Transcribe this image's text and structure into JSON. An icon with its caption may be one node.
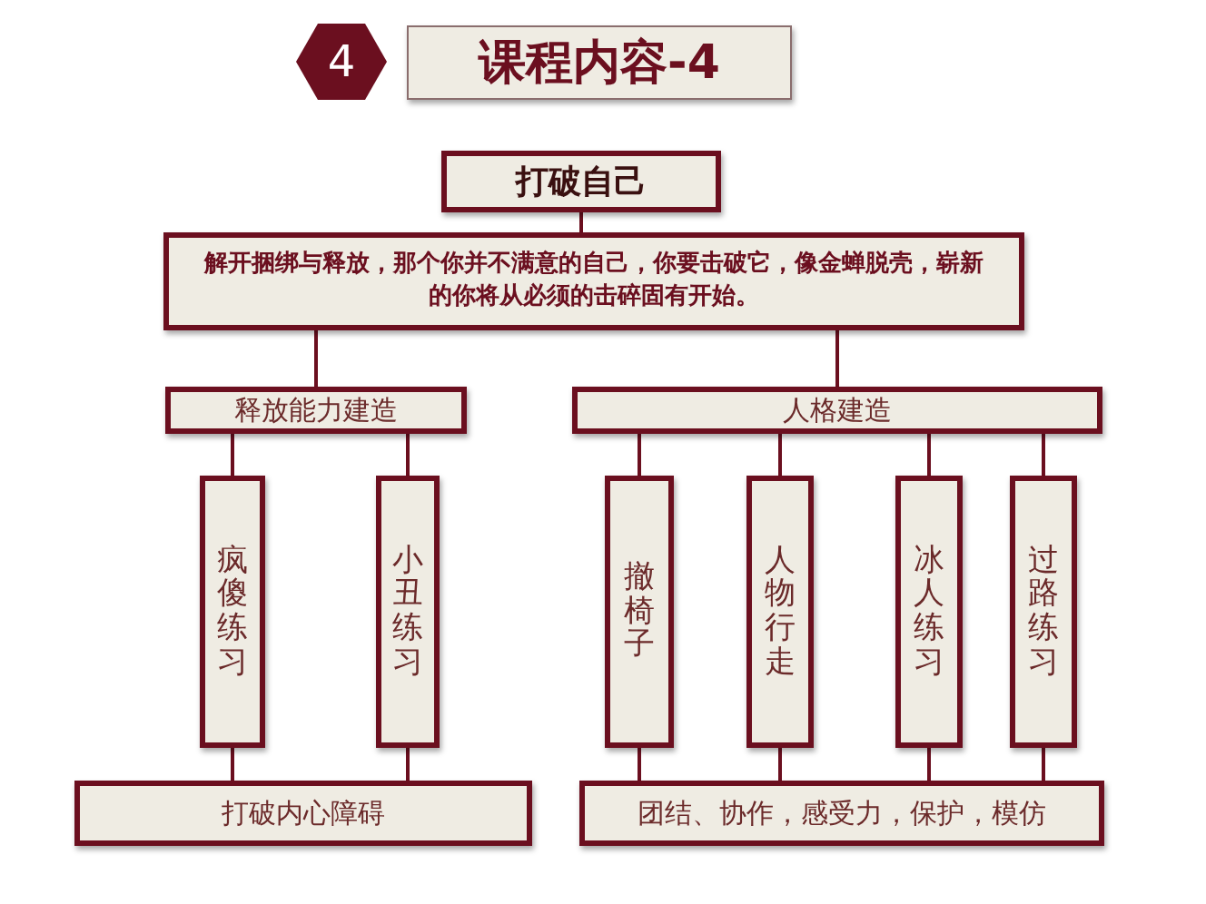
{
  "diagram": {
    "nodes": [
      {
        "text": [
          "4"
        ]
      },
      {
        "text": [
          "课程内容-4"
        ]
      },
      {
        "text": [
          "打破自己"
        ]
      },
      {
        "text": [
          "解开捆绑与释放，那个你并不满意的自己，你要击破它，像金蝉脱壳，崭新的你将从必须的击碎固有开始。"
        ]
      },
      {
        "text": [
          "释放能力建造"
        ]
      },
      {
        "text": [
          "人格建造"
        ]
      },
      {
        "text": [
          "疯傻练习"
        ]
      },
      {
        "text": [
          "小丑练习"
        ]
      },
      {
        "text": [
          "撤椅子"
        ]
      },
      {
        "text": [
          "人物行走"
        ]
      },
      {
        "text": [
          "冰人练习"
        ]
      },
      {
        "text": [
          "过路练习"
        ]
      },
      {
        "text": [
          "打破内心障碍"
        ]
      },
      {
        "text": [
          "团结、协作，感受力，保护，模仿"
        ]
      }
    ],
    "edges": [
      {
        "from": 2,
        "to": 3,
        "arrow": "none"
      },
      {
        "from": 3,
        "to": 4,
        "arrow": "none"
      },
      {
        "from": 3,
        "to": 5,
        "arrow": "none"
      },
      {
        "from": 4,
        "to": 6,
        "arrow": "none"
      },
      {
        "from": 4,
        "to": 7,
        "arrow": "none"
      },
      {
        "from": 5,
        "to": 8,
        "arrow": "none"
      },
      {
        "from": 5,
        "to": 9,
        "arrow": "none"
      },
      {
        "from": 5,
        "to": 10,
        "arrow": "none"
      },
      {
        "from": 5,
        "to": 11,
        "arrow": "none"
      },
      {
        "from": 6,
        "to": 12,
        "arrow": "none"
      },
      {
        "from": 7,
        "to": 12,
        "arrow": "none"
      },
      {
        "from": 8,
        "to": 13,
        "arrow": "none"
      },
      {
        "from": 9,
        "to": 13,
        "arrow": "none"
      },
      {
        "from": 10,
        "to": 13,
        "arrow": "none"
      },
      {
        "from": 11,
        "to": 13,
        "arrow": "none"
      }
    ]
  }
}
